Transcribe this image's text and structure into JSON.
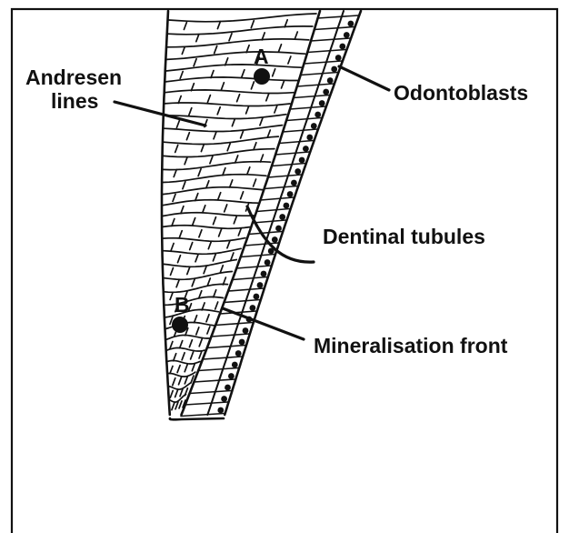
{
  "labels": {
    "andresen_line1": "Andresen",
    "andresen_line2": "lines",
    "odontoblasts": "Odontoblasts",
    "dentinal_tubules": "Dentinal tubules",
    "mineralisation_front": "Mineralisation front",
    "point_a": "A",
    "point_b": "B"
  }
}
